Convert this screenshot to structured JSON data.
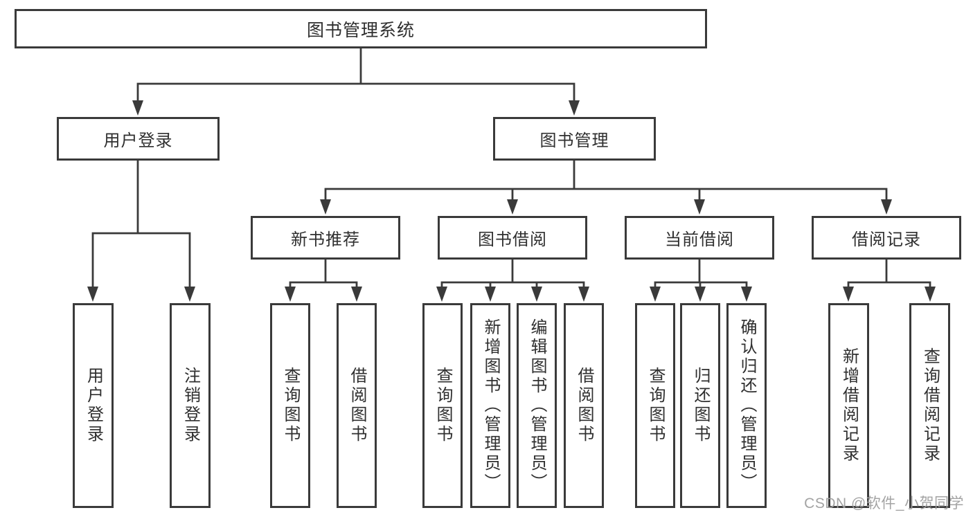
{
  "diagram": {
    "title": "图书管理系统",
    "nodes": {
      "root": {
        "label": "图书管理系统"
      },
      "user_login": {
        "label": "用户登录"
      },
      "book_mgmt": {
        "label": "图书管理"
      },
      "new_book_rec": {
        "label": "新书推荐"
      },
      "book_borrow": {
        "label": "图书借阅"
      },
      "current_borrow": {
        "label": "当前借阅"
      },
      "borrow_records": {
        "label": "借阅记录"
      },
      "leaf_user_login": {
        "label": "用户登录"
      },
      "leaf_logout": {
        "label": "注销登录"
      },
      "leaf_query_book_rec": {
        "label": "查询图书"
      },
      "leaf_borrow_book_rec": {
        "label": "借阅图书"
      },
      "leaf_query_book_bor": {
        "label": "查询图书"
      },
      "leaf_add_book": {
        "label": "新增图书（管理员）"
      },
      "leaf_edit_book": {
        "label": "编辑图书（管理员）"
      },
      "leaf_borrow_book": {
        "label": "借阅图书"
      },
      "leaf_query_book_cur": {
        "label": "查询图书"
      },
      "leaf_return_book": {
        "label": "归还图书"
      },
      "leaf_confirm_return": {
        "label": "确认归还（管理员）"
      },
      "leaf_add_record": {
        "label": "新增借阅记录"
      },
      "leaf_query_record": {
        "label": "查询借阅记录"
      }
    },
    "edges": [
      [
        "root",
        "user_login"
      ],
      [
        "root",
        "book_mgmt"
      ],
      [
        "user_login",
        "leaf_user_login"
      ],
      [
        "user_login",
        "leaf_logout"
      ],
      [
        "book_mgmt",
        "new_book_rec"
      ],
      [
        "book_mgmt",
        "book_borrow"
      ],
      [
        "book_mgmt",
        "current_borrow"
      ],
      [
        "book_mgmt",
        "borrow_records"
      ],
      [
        "new_book_rec",
        "leaf_query_book_rec"
      ],
      [
        "new_book_rec",
        "leaf_borrow_book_rec"
      ],
      [
        "book_borrow",
        "leaf_query_book_bor"
      ],
      [
        "book_borrow",
        "leaf_add_book"
      ],
      [
        "book_borrow",
        "leaf_edit_book"
      ],
      [
        "book_borrow",
        "leaf_borrow_book"
      ],
      [
        "current_borrow",
        "leaf_query_book_cur"
      ],
      [
        "current_borrow",
        "leaf_return_book"
      ],
      [
        "current_borrow",
        "leaf_confirm_return"
      ],
      [
        "borrow_records",
        "leaf_add_record"
      ],
      [
        "borrow_records",
        "leaf_query_record"
      ]
    ],
    "colors": {
      "line": "#3a3a3a",
      "text": "#2f2f2f",
      "box_background": "#ffffff",
      "background": "#ffffff",
      "watermark": "#9e9e9e"
    }
  },
  "watermark": {
    "text": "CSDN @软件_小贺同学"
  }
}
